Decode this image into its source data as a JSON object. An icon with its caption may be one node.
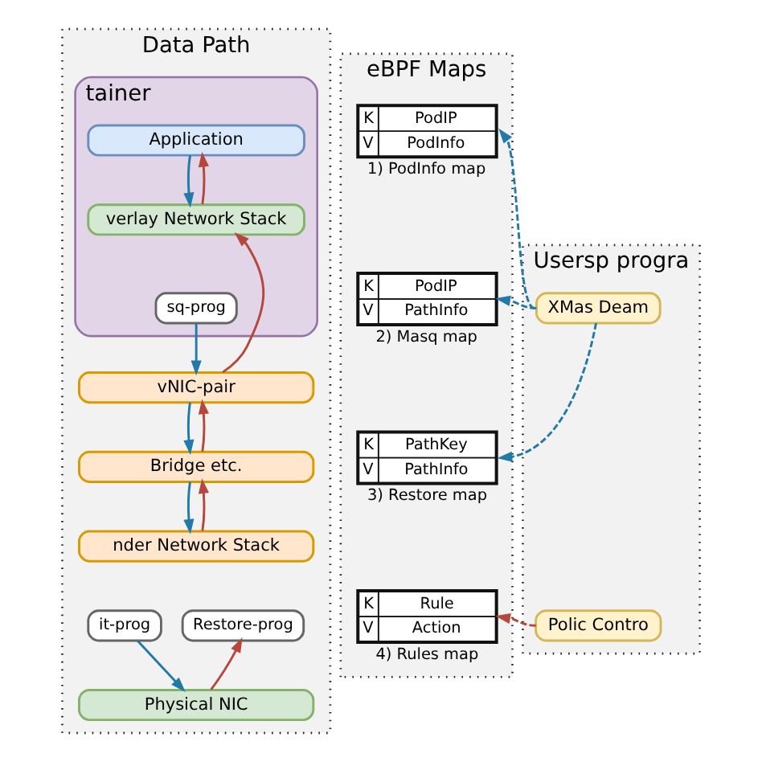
{
  "diagram": {
    "nodes": [
      {
        "text": [
          "Data Path"
        ]
      },
      {
        "text": [
          "tainer"
        ],
        "in": 0
      },
      {
        "text": [
          "Application"
        ],
        "in": 1
      },
      {
        "text": [
          "verlay Network Stack"
        ],
        "in": 1
      },
      {
        "text": [
          "sq-prog"
        ],
        "in": 1
      },
      {
        "text": [
          "vNIC-pair"
        ],
        "in": 0
      },
      {
        "text": [
          "Bridge etc."
        ],
        "in": 0
      },
      {
        "text": [
          "nder Network Stack"
        ],
        "in": 0
      },
      {
        "text": [
          "it-prog"
        ],
        "in": 0
      },
      {
        "text": [
          "Restore-prog"
        ],
        "in": 0
      },
      {
        "text": [
          "Physical NIC"
        ],
        "in": 0
      },
      {
        "text": [
          "eBPF Maps"
        ]
      },
      {
        "text": [
          "K",
          "PodIP",
          "V",
          "PodInfo"
        ],
        "beside": [
          "1) PodInfo map"
        ],
        "in": 11
      },
      {
        "text": [
          "K",
          "PodIP",
          "V",
          "PathInfo"
        ],
        "beside": [
          "2) Masq map"
        ],
        "in": 11
      },
      {
        "text": [
          "K",
          "PathKey",
          "V",
          "PathInfo"
        ],
        "beside": [
          "3) Restore map"
        ],
        "in": 11
      },
      {
        "text": [
          "K",
          "Rule",
          "V",
          "Action"
        ],
        "beside": [
          "4) Rules map"
        ],
        "in": 11
      },
      {
        "text": [
          "Usersp progra"
        ]
      },
      {
        "text": [
          "XMas Deam"
        ],
        "in": 16
      },
      {
        "text": [
          "Polic Contro"
        ],
        "in": 16
      }
    ],
    "edges": [
      {
        "from": 2,
        "to": 3,
        "arrow": "to"
      },
      {
        "from": 3,
        "to": 2,
        "arrow": "to",
        "color": "#b5473c"
      },
      {
        "from": 4,
        "to": 5,
        "arrow": "to"
      },
      {
        "from": 5,
        "to": 3,
        "arrow": "to",
        "color": "#b5473c"
      },
      {
        "from": 5,
        "to": 6,
        "arrow": "to"
      },
      {
        "from": 6,
        "to": 5,
        "arrow": "to",
        "color": "#b5473c"
      },
      {
        "from": 6,
        "to": 7,
        "arrow": "to"
      },
      {
        "from": 7,
        "to": 6,
        "arrow": "to",
        "color": "#b5473c"
      },
      {
        "from": 8,
        "to": 10,
        "arrow": "to"
      },
      {
        "from": 10,
        "to": 9,
        "arrow": "to",
        "color": "#b5473c"
      },
      {
        "from": 17,
        "to": 12,
        "arrow": "to",
        "style": "dashed"
      },
      {
        "from": 17,
        "to": 13,
        "arrow": "to",
        "style": "dashed"
      },
      {
        "from": 17,
        "to": 14,
        "arrow": "to",
        "style": "dashed"
      },
      {
        "from": 18,
        "to": 15,
        "arrow": "to",
        "style": "dashed",
        "color": "#b5473c"
      }
    ]
  }
}
